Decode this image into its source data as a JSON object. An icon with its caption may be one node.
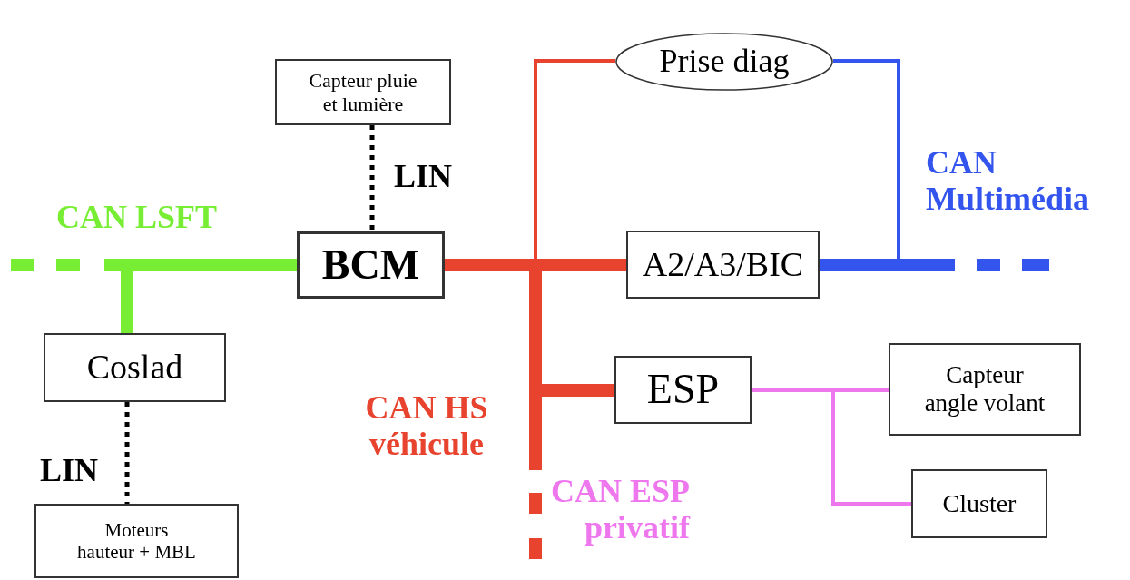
{
  "diagram": {
    "nodes": [
      {
        "text": [
          "Capteur pluie et lumière"
        ]
      },
      {
        "text": [
          "Prise diag"
        ]
      },
      {
        "text": [
          "BCM"
        ]
      },
      {
        "text": [
          "A2/A3/BIC"
        ]
      },
      {
        "text": [
          "Coslad"
        ]
      },
      {
        "text": [
          "ESP"
        ]
      },
      {
        "text": [
          "Capteur angle volant"
        ]
      },
      {
        "text": [
          "Moteurs hauteur + MBL"
        ]
      },
      {
        "text": [
          "Cluster"
        ]
      }
    ],
    "edges": [
      {
        "from": 0,
        "to": 2,
        "arrow": "none",
        "label": "LIN",
        "style": "dashed",
        "color": "#000000"
      },
      {
        "from": 4,
        "to": 7,
        "arrow": "none",
        "label": "LIN",
        "style": "dashed",
        "color": "#000000"
      },
      {
        "from": null,
        "to": 2,
        "arrow": "none",
        "style": "thick",
        "color": "#77ee33"
      },
      {
        "from": 4,
        "to": 2,
        "arrow": "none",
        "style": "thick",
        "color": "#77ee33"
      },
      {
        "from": 2,
        "to": 3,
        "arrow": "none",
        "style": "thick"
      },
      {
        "from": 2,
        "to": 5,
        "arrow": "none",
        "style": "thick"
      },
      {
        "from": null,
        "to": 2,
        "arrow": "none",
        "style": "thick"
      },
      {
        "from": 1,
        "to": 2,
        "arrow": "none"
      },
      {
        "from": 3,
        "to": null,
        "arrow": "none",
        "style": "thick",
        "color": "#3355ee"
      },
      {
        "from": 1,
        "to": 3,
        "arrow": "none",
        "color": "#3355ee"
      },
      {
        "from": 5,
        "to": 6,
        "arrow": "none",
        "color": "#ee77ee"
      },
      {
        "from": 5,
        "to": 8,
        "arrow": "none",
        "color": "#ee77ee"
      }
    ],
    "labels": [
      "CAN LSFT",
      "CAN Multimédia",
      "CAN HS véhicule",
      "CAN ESP privatif"
    ]
  }
}
